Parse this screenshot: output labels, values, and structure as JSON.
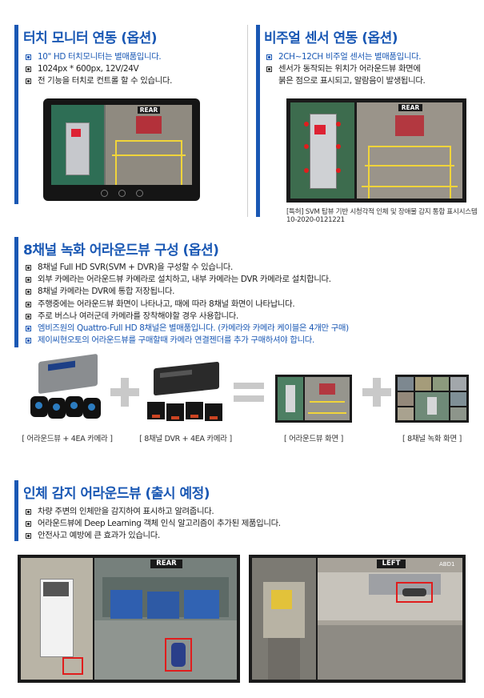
{
  "touch": {
    "title": "터치 모니터 연동 (옵션)",
    "items": [
      {
        "text": "10\" HD 터치모니터는 별매품입니다.",
        "blue": true
      },
      {
        "text": "1024px * 600px, 12V/24V",
        "blue": false
      },
      {
        "text": "전 기능을 터치로 컨트롤 할 수 있습니다.",
        "blue": false
      }
    ],
    "rear_label": "REAR"
  },
  "visual": {
    "title": "비주얼 센서 연동 (옵션)",
    "items": [
      {
        "text": "2CH~12CH 비주얼 센서는 별매품입니다.",
        "blue": true
      },
      {
        "text": "센서가 동작되는 위치가 어라운드뷰 화면에",
        "blue": false
      }
    ],
    "item_continuation": "붉은 점으로 표시되고, 알람음이 발생됩니다.",
    "rear_label": "REAR",
    "patent_line1": "[특허] SVM 탑뷰 기반 시청각적 인체 및 장애물 감지 통합 표시시스템",
    "patent_line2": "10-2020-0121221"
  },
  "eight": {
    "title": "8채널 녹화 어라운드뷰 구성 (옵션)",
    "items": [
      {
        "text": "8채널 Full HD SVR(SVM + DVR)을 구성할 수 있습니다.",
        "blue": false
      },
      {
        "text": "외부 카메라는 어라운드뷰 카메라로 설치하고, 내부 카메라는 DVR 카메라로 설치합니다.",
        "blue": false
      },
      {
        "text": "8채널 카메라는 DVR에 통합 저장됩니다.",
        "blue": false
      },
      {
        "text": "주행중에는 어라운드뷰 화면이 나타나고, 때에 따라 8채널 화면이 나타납니다.",
        "blue": false
      },
      {
        "text": "주로 버스나 여러군데 카메라를 장착해야할 경우 사용합니다.",
        "blue": false
      },
      {
        "text": "엠비즈원의 Quattro-Full HD 8채널은 별매품입니다.  (카메라와 카메라 케이블은 4개만 구매)",
        "blue": true
      },
      {
        "text": "제이씨현오토의 어라운드뷰를 구매할때 카메라 연결젠더를 추가 구매하셔야 합니다.",
        "blue": true
      }
    ],
    "labels": [
      "[ 어라운드뷰 + 4EA 카메라 ]",
      "[ 8채널 DVR + 4EA 카메라 ]",
      "[ 어라운드뷰 화면 ]",
      "[ 8채널 녹화 화면 ]"
    ]
  },
  "human": {
    "title": "인체 감지 어라운드뷰 (출시 예정)",
    "items": [
      {
        "text": "차량 주변의 인체만을 감지하여 표시하고 알려줍니다.",
        "blue": false
      },
      {
        "text": "어라운드뷰에 Deep Learning 객체 인식 알고리즘이 추가된 제품입니다.",
        "blue": false
      },
      {
        "text": "안전사고 예방에 큰 효과가 있습니다.",
        "blue": false
      }
    ],
    "rear_label": "REAR",
    "left_label": "LEFT",
    "corner_code": "ABD1"
  },
  "colors": {
    "accent": "#1a58b4",
    "alert": "#e01d1d",
    "guide": "#f0d43a"
  }
}
